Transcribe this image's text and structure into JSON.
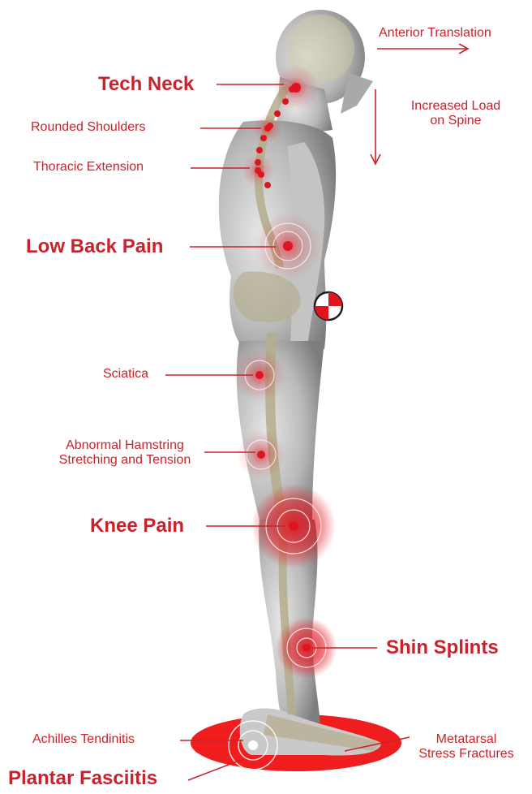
{
  "labels": {
    "anterior_translation": "Anterior Translation",
    "increased_load": "Increased Load\non Spine",
    "tech_neck": "Tech Neck",
    "rounded_shoulders": "Rounded Shoulders",
    "thoracic_extension": "Thoracic Extension",
    "low_back_pain": "Low Back Pain",
    "sciatica": "Sciatica",
    "hamstring": "Abnormal Hamstring\nStretching and Tension",
    "knee_pain": "Knee Pain",
    "shin_splints": "Shin Splints",
    "achilles": "Achilles Tendinitis",
    "metatarsal": "Metatarsal\nStress Fractures",
    "plantar": "Plantar Fasciitis"
  },
  "colors": {
    "accent": "#c8232c",
    "skin_light": "#d9d9d9",
    "skin_dark": "#8a8a8a",
    "bone": "#b4ad8c"
  }
}
